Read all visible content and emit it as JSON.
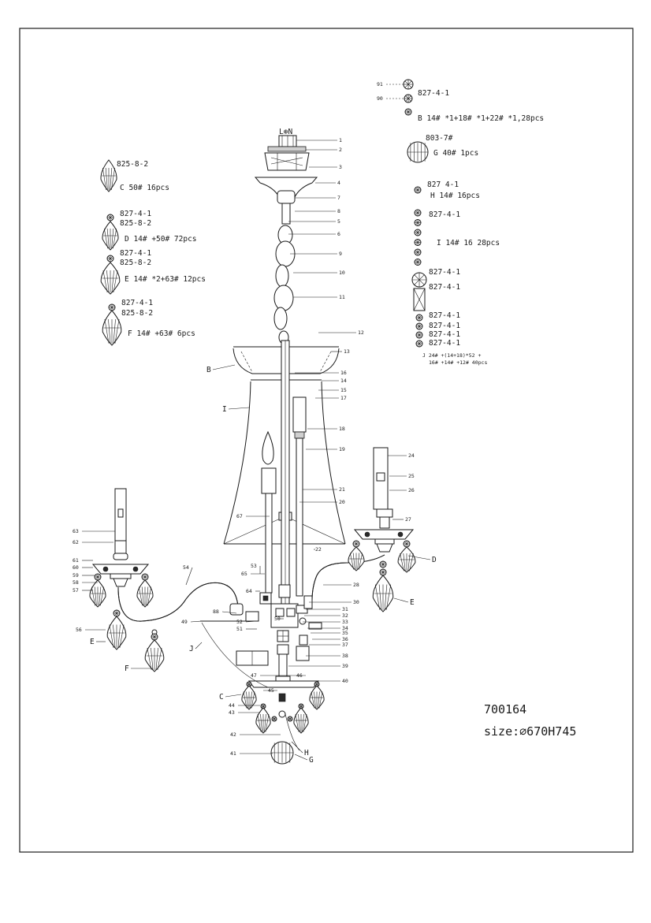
{
  "colors": {
    "ink": "#1a1a1a",
    "paper": "#ffffff",
    "shade": "#cfcfcf"
  },
  "model": {
    "code": "700164",
    "size": "size:⌀670H745"
  },
  "terminal_label": "L⊕N",
  "crystal_legend": [
    {
      "parts": [
        "825-8-2"
      ],
      "desc": "C 50#  16pcs"
    },
    {
      "parts": [
        "827-4-1",
        "825-8-2"
      ],
      "desc": "D 14# +50# 72pcs"
    },
    {
      "parts": [
        "827-4-1",
        "825-8-2"
      ],
      "desc": "E 14# *2+63# 12pcs"
    },
    {
      "parts": [
        "827-4-1",
        "825-8-2"
      ],
      "desc": "F 14# +63# 6pcs"
    },
    {
      "parts": [
        "827-4-1"
      ],
      "desc": "B 14# *1+18# *1+22# *1,28pcs"
    },
    {
      "parts": [
        "803-7#"
      ],
      "desc": "G 40# 1pcs"
    },
    {
      "parts": [
        "827 4-1"
      ],
      "desc": "H 14# 16pcs"
    },
    {
      "parts": [
        "827-4-1"
      ],
      "desc": "I 14# 16 28pcs"
    },
    {
      "parts": [
        "827-4-1",
        "827-4-1",
        "827-4-1",
        "827-4-1",
        "827-4-1",
        "827-4-1"
      ],
      "desc": "J 24# +(14+18)*52 +",
      "desc2": "16# +14# +12# 40pcs"
    }
  ],
  "b_numbers": [
    "91",
    "90"
  ],
  "part_numbers": {
    "right_column": [
      "1",
      "2",
      "3",
      "4",
      "7",
      "8",
      "5",
      "6",
      "9",
      "10",
      "11",
      "12",
      "13",
      "16",
      "14",
      "15",
      "17",
      "18",
      "19",
      "21",
      "20",
      "22",
      "24",
      "25",
      "26",
      "27",
      "28",
      "30",
      "31",
      "32",
      "33",
      "34",
      "35",
      "36",
      "37",
      "38",
      "39",
      "40"
    ],
    "left_column": [
      "63",
      "62",
      "61",
      "60",
      "59",
      "58",
      "57",
      "56",
      "54",
      "53",
      "88",
      "49",
      "52",
      "51",
      "50",
      "67",
      "65",
      "64",
      "47",
      "45",
      "46",
      "44",
      "43",
      "42",
      "41"
    ]
  },
  "part_letters": [
    "B",
    "I",
    "D",
    "E",
    "E",
    "F",
    "J",
    "C",
    "H",
    "G"
  ]
}
